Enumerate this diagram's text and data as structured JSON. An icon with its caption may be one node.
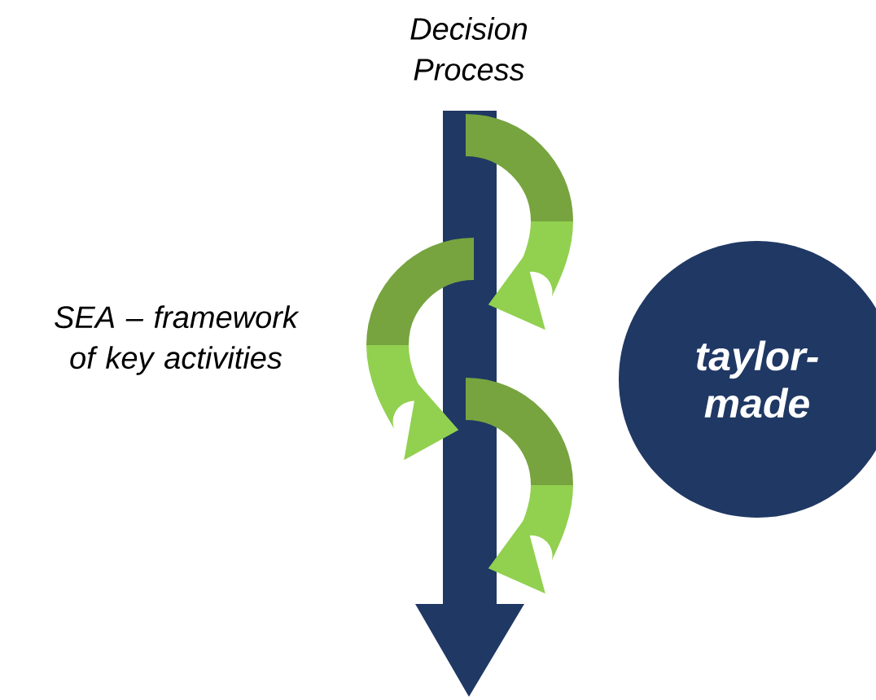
{
  "diagram": {
    "nodes": [
      {
        "text": [
          "taylor-made"
        ]
      }
    ],
    "labels": [
      "Decision Process",
      "SEA – framework of key activities"
    ]
  }
}
